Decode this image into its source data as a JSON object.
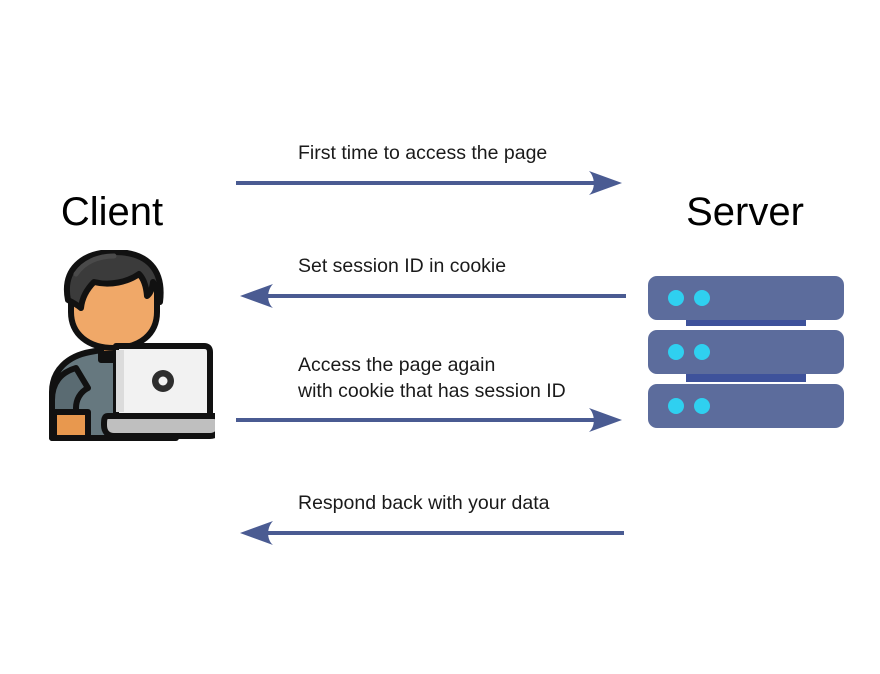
{
  "diagram": {
    "title": "Session ID cookie flow between Client and Server",
    "background_color": "#ffffff",
    "arrow_color": "#4A5B92",
    "text_color": "#1a1a1a"
  },
  "endpoints": {
    "client": {
      "label": "Client",
      "icon": "person-with-laptop-icon",
      "colors": {
        "hair": "#3B3B3B",
        "hair_highlight": "#4A4A4A",
        "skin": "#F0A868",
        "skin_shadow": "#E2934F",
        "shirt": "#66787F",
        "shirt_shadow": "#5A6B72",
        "sleeve": "#E8984E",
        "laptop_lid": "#F2F2F2",
        "laptop_lid_edge": "#DCDCDC",
        "laptop_base": "#BFBFBF",
        "outline": "#111111"
      }
    },
    "server": {
      "label": "Server",
      "icon": "server-rack-icon",
      "unit_count": 3,
      "leds_per_unit": 2,
      "colors": {
        "unit": "#5C6C9C",
        "connector": "#3E529B",
        "led": "#2FD0F0"
      }
    }
  },
  "messages": [
    {
      "id": "msg-1",
      "lines": [
        "First time to access the page"
      ],
      "direction": "client-to-server",
      "arrow_name": "arrow-client-to-server-first-access"
    },
    {
      "id": "msg-2",
      "lines": [
        "Set session ID in cookie"
      ],
      "direction": "server-to-client",
      "arrow_name": "arrow-server-to-client-set-session-id"
    },
    {
      "id": "msg-3",
      "lines": [
        "Access the page again",
        "with cookie that has session ID"
      ],
      "direction": "client-to-server",
      "arrow_name": "arrow-client-to-server-access-again"
    },
    {
      "id": "msg-4",
      "lines": [
        "Respond back with your data"
      ],
      "direction": "server-to-client",
      "arrow_name": "arrow-server-to-client-respond-data"
    }
  ],
  "labels": {
    "msg1": "First time to access the page",
    "msg2": "Set session ID in cookie",
    "msg3": "Access the page again\nwith cookie that has session ID",
    "msg4": "Respond back with your data"
  }
}
